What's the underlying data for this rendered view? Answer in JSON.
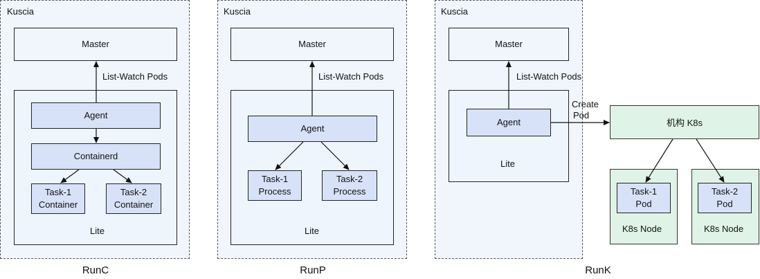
{
  "runc": {
    "cluster_label": "Kuscia",
    "master": "Master",
    "edge_label": "List-Watch Pods",
    "agent": "Agent",
    "containerd": "Containerd",
    "task1_line1": "Task-1",
    "task1_line2": "Container",
    "task2_line1": "Task-2",
    "task2_line2": "Container",
    "lite": "Lite",
    "caption": "RunC"
  },
  "runp": {
    "cluster_label": "Kuscia",
    "master": "Master",
    "edge_label": "List-Watch Pods",
    "agent": "Agent",
    "task1_line1": "Task-1",
    "task1_line2": "Process",
    "task2_line1": "Task-2",
    "task2_line2": "Process",
    "lite": "Lite",
    "caption": "RunP"
  },
  "runk": {
    "cluster_label": "Kuscia",
    "master": "Master",
    "edge_label": "List-Watch Pods",
    "agent": "Agent",
    "lite": "Lite",
    "create_pod_line1": "Create",
    "create_pod_line2": "Pod",
    "k8s": "机构 K8s",
    "task1_line1": "Task-1",
    "task1_line2": "Pod",
    "task2_line1": "Task-2",
    "task2_line2": "Pod",
    "node1": "K8s Node",
    "node2": "K8s Node",
    "caption": "RunK"
  }
}
